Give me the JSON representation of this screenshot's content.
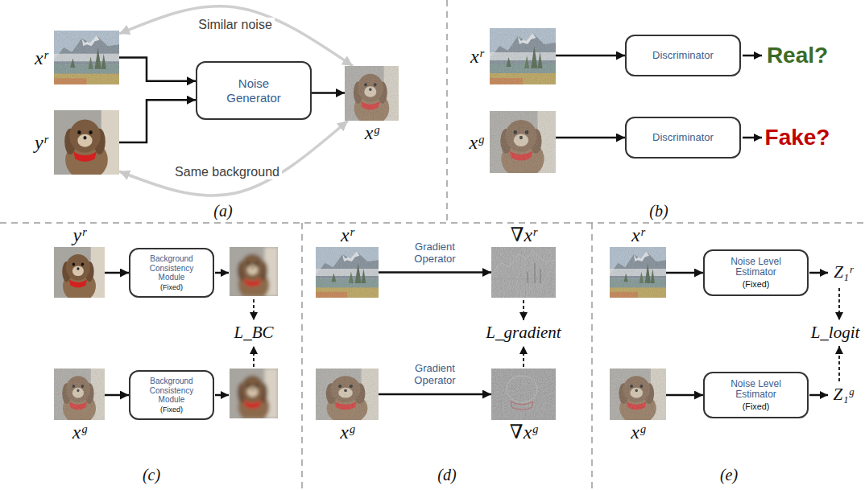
{
  "diagram": {
    "nodes": [
      {
        "text": [
          "xʳ"
        ]
      },
      {
        "text": [
          "yʳ"
        ]
      },
      {
        "text": [
          "Noise Generator"
        ]
      },
      {
        "text": [
          "xᵍ"
        ]
      },
      {
        "text": [
          "xʳ"
        ]
      },
      {
        "text": [
          "Discriminator"
        ]
      },
      {
        "text": [
          "xᵍ"
        ]
      },
      {
        "text": [
          "Discriminator"
        ]
      },
      {
        "text": [
          "yʳ"
        ]
      },
      {
        "text": [
          "Background Consistency Module",
          "(Fixed)"
        ]
      },
      {
        "text": [
          "xᵍ"
        ]
      },
      {
        "text": [
          "Background Consistency Module",
          "(Fixed)"
        ]
      },
      {
        "text": [
          "xʳ"
        ]
      },
      {
        "text": [
          "∇xʳ"
        ]
      },
      {
        "text": [
          "xᵍ"
        ]
      },
      {
        "text": [
          "∇xᵍ"
        ]
      },
      {
        "text": [
          "xʳ"
        ]
      },
      {
        "text": [
          "Noise Level Estimator",
          "(Fixed)"
        ]
      },
      {
        "text": [
          "xᵍ"
        ]
      },
      {
        "text": [
          "Noise Level Estimator",
          "(Fixed)"
        ]
      }
    ],
    "edges": [
      {
        "from": 0,
        "to": 2,
        "arrow": "to"
      },
      {
        "from": 1,
        "to": 2,
        "arrow": "to"
      },
      {
        "from": 2,
        "to": 3,
        "arrow": "to"
      },
      {
        "from": 0,
        "to": 3,
        "label": "Similar noise",
        "arrow": "both"
      },
      {
        "from": 1,
        "to": 3,
        "label": "Same background",
        "arrow": "both"
      },
      {
        "from": 4,
        "to": 5,
        "arrow": "to"
      },
      {
        "from": 6,
        "to": 7,
        "arrow": "to"
      },
      {
        "from": 8,
        "to": 9,
        "arrow": "to"
      },
      {
        "from": 10,
        "to": 11,
        "arrow": "to"
      },
      {
        "from": 12,
        "to": 13,
        "label": "Gradient Operator",
        "arrow": "to"
      },
      {
        "from": 14,
        "to": 15,
        "label": "Gradient Operator",
        "arrow": "to"
      },
      {
        "from": 16,
        "to": 17,
        "arrow": "to"
      },
      {
        "from": 18,
        "to": 19,
        "arrow": "to"
      }
    ],
    "labels": [
      "(a)",
      "Real?",
      "Fake?",
      "(b)",
      "L_BC",
      "(c)",
      "L_gradient",
      "(d)",
      "Z₁ʳ",
      "L_logit",
      "Z₁ᵍ",
      "(e)"
    ]
  }
}
